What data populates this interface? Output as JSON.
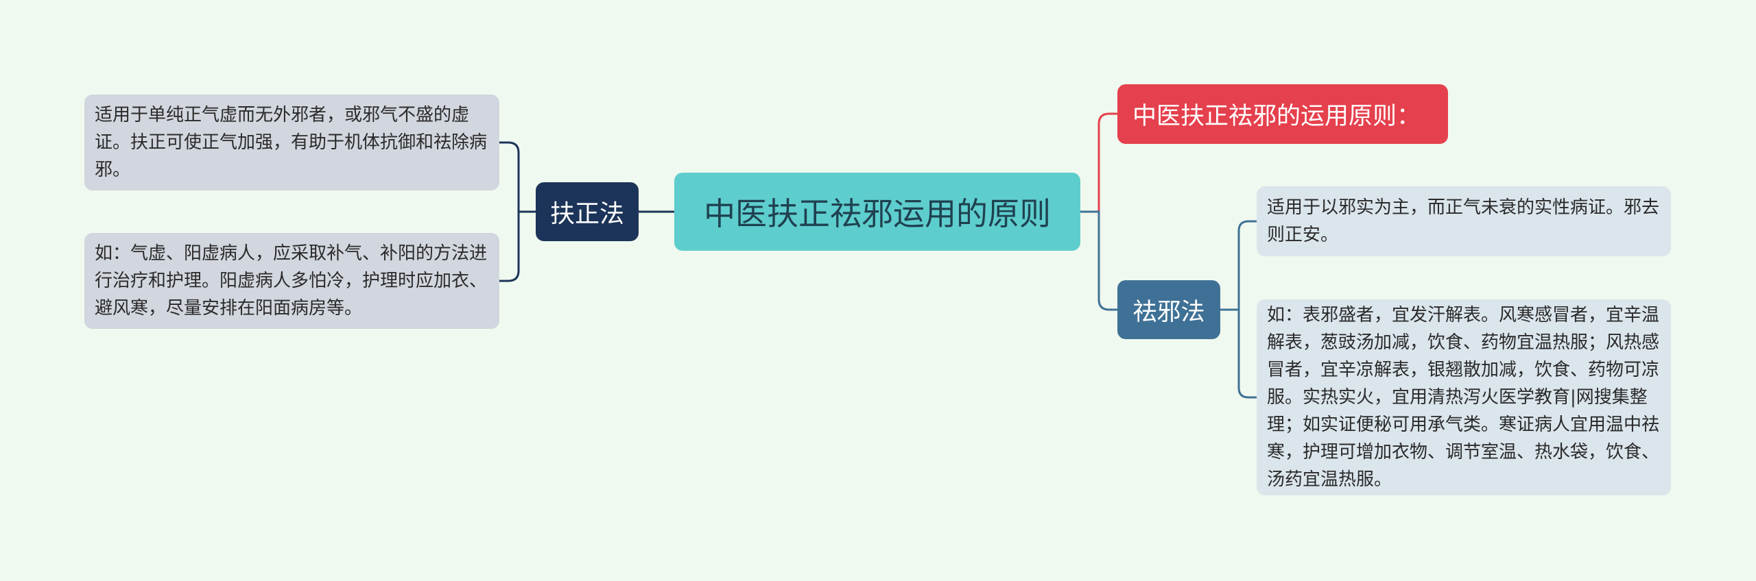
{
  "root": {
    "label": "中医扶正祛邪运用的原则"
  },
  "branches": {
    "fuzheng": {
      "label": "扶正法",
      "leaves": [
        "适用于单纯正气虚而无外邪者，或邪气不盛的虚证。扶正可使正气加强，有助于机体抗御和祛除病邪。",
        "如：气虚、阳虚病人，应采取补气、补阳的方法进行治疗和护理。阳虚病人多怕冷，护理时应加衣、避风寒，尽量安排在阳面病房等。"
      ]
    },
    "title_node": {
      "label": "中医扶正祛邪的运用原则："
    },
    "quxie": {
      "label": "祛邪法",
      "leaves": [
        "适用于以邪实为主，而正气未衰的实性病证。邪去则正安。",
        "如：表邪盛者，宜发汗解表。风寒感冒者，宜辛温解表，葱豉汤加减，饮食、药物宜温热服；风热感冒者，宜辛凉解表，银翘散加减，饮食、药物可凉服。实热实火，宜用清热泻火医学教育|网搜集整理；如实证便秘可用承气类。寒证病人宜用温中祛寒，护理可增加衣物、调节室温、热水袋，饮食、汤药宜温热服。"
      ]
    }
  },
  "colors": {
    "background": "#f0f9ef",
    "root": "#5ecdcd",
    "fuzheng": "#1c3459",
    "title_node": "#e5404d",
    "quxie": "#3f7196"
  }
}
